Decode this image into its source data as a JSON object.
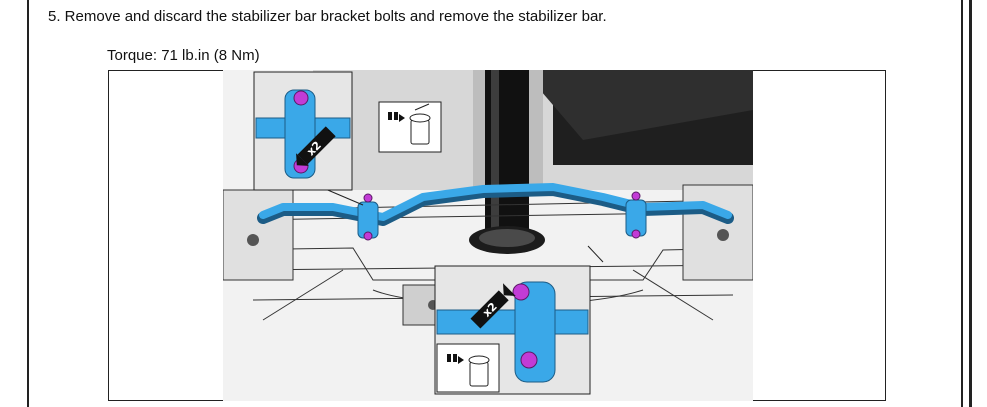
{
  "step": {
    "text": "5. Remove and discard the stabilizer bar bracket bolts and remove the stabilizer bar."
  },
  "torque": {
    "text": "Torque: 71 lb.in (8 Nm)"
  },
  "figure": {
    "callout_top": {
      "count_label": "x2",
      "icon": "discard-bin-icon"
    },
    "callout_bottom": {
      "count_label": "x2",
      "icon": "discard-bin-icon"
    },
    "colors": {
      "stabilizer_bar": "#3aa8e8",
      "bolt": "#c23bd6",
      "frame_line": "#222222",
      "shadow": "#3a3a3a"
    }
  }
}
